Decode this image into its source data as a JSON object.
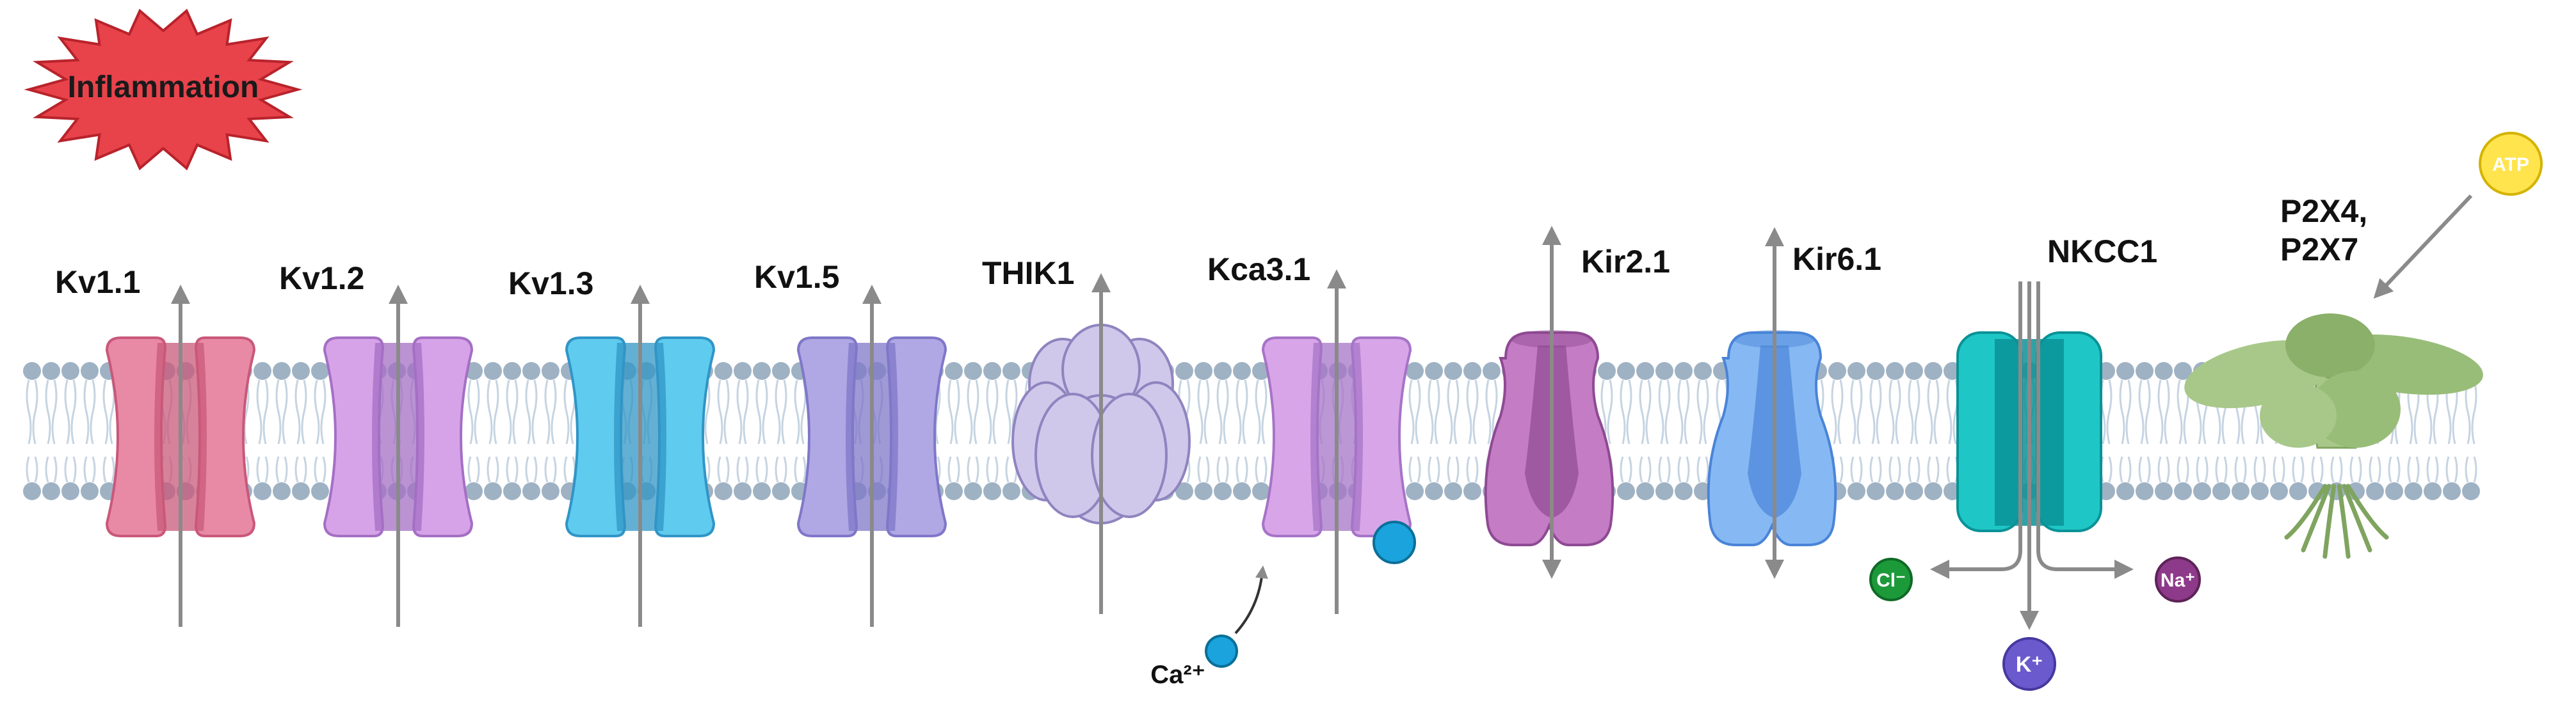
{
  "badge": {
    "text": "Inflammation",
    "fill": "#e8424b"
  },
  "channels": [
    {
      "id": "kv11",
      "label": "Kv1.1",
      "color": "#e88aa5",
      "dark": "#c9587a"
    },
    {
      "id": "kv12",
      "label": "Kv1.2",
      "color": "#d7a3e8",
      "dark": "#a46fc4"
    },
    {
      "id": "kv13",
      "label": "Kv1.3",
      "color": "#5fcbee",
      "dark": "#3095c6"
    },
    {
      "id": "kv15",
      "label": "Kv1.5",
      "color": "#b0a8e4",
      "dark": "#7f77c8"
    },
    {
      "id": "thik1",
      "label": "THIK1",
      "color": "#cfc8ea",
      "dark": "#8f84bf"
    },
    {
      "id": "kca31",
      "label": "Kca3.1",
      "color": "#d8a6e8",
      "dark": "#a674c7"
    },
    {
      "id": "kir21",
      "label": "Kir2.1",
      "color": "#c47cc4",
      "dark": "#8e4a93"
    },
    {
      "id": "kir61",
      "label": "Kir6.1",
      "color": "#86b9f3",
      "dark": "#4a84d8"
    },
    {
      "id": "nkcc1",
      "label": "NKCC1",
      "color": "#1fc6c6",
      "dark": "#0a9296"
    },
    {
      "id": "p2x",
      "label": "P2X4,\nP2X7",
      "color": "#a8c88a",
      "dark": "#7fa45f"
    }
  ],
  "ions": {
    "ca": "Ca²⁺",
    "cl": "Cl⁻",
    "na": "Na⁺",
    "k": "K⁺",
    "atp": "ATP"
  },
  "colors": {
    "membrane_head": "#9fb2c4",
    "membrane_tail": "#c6d4e2",
    "arrow": "#8a8a8a",
    "ca_ball": "#1aa3dc",
    "cl_ball": "#1c9a3a",
    "na_ball": "#8e3a8a",
    "k_ball": "#6a5acd",
    "atp_ball": "#ffe44d"
  }
}
